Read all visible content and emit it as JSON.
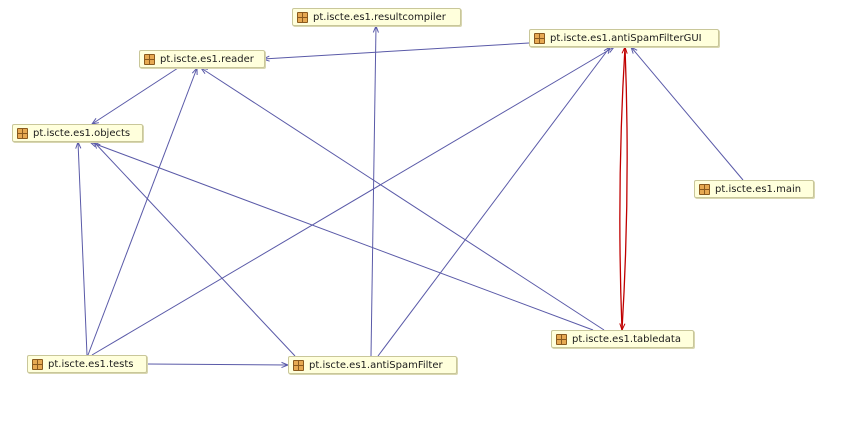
{
  "diagram": {
    "packages": [
      {
        "id": "resultcompiler",
        "label": "pt.iscte.es1.resultcompiler",
        "icon": "package-icon"
      },
      {
        "id": "antiSpamFilterGUI",
        "label": "pt.iscte.es1.antiSpamFilterGUI",
        "icon": "package-icon"
      },
      {
        "id": "reader",
        "label": "pt.iscte.es1.reader",
        "icon": "package-icon"
      },
      {
        "id": "objects",
        "label": "pt.iscte.es1.objects",
        "icon": "package-icon"
      },
      {
        "id": "main",
        "label": "pt.iscte.es1.main",
        "icon": "package-icon"
      },
      {
        "id": "tabledata",
        "label": "pt.iscte.es1.tabledata",
        "icon": "package-icon"
      },
      {
        "id": "tests",
        "label": "pt.iscte.es1.tests",
        "icon": "package-icon"
      },
      {
        "id": "antiSpamFilter",
        "label": "pt.iscte.es1.antiSpamFilter",
        "icon": "package-icon"
      }
    ],
    "dependencies": [
      {
        "from": "antiSpamFilterGUI",
        "to": "reader"
      },
      {
        "from": "reader",
        "to": "objects"
      },
      {
        "from": "main",
        "to": "antiSpamFilterGUI"
      },
      {
        "from": "antiSpamFilterGUI",
        "to": "tabledata",
        "cycle": true
      },
      {
        "from": "tabledata",
        "to": "antiSpamFilterGUI",
        "cycle": true
      },
      {
        "from": "tabledata",
        "to": "reader"
      },
      {
        "from": "tabledata",
        "to": "objects"
      },
      {
        "from": "tests",
        "to": "objects"
      },
      {
        "from": "tests",
        "to": "reader"
      },
      {
        "from": "tests",
        "to": "antiSpamFilterGUI"
      },
      {
        "from": "tests",
        "to": "antiSpamFilter"
      },
      {
        "from": "antiSpamFilter",
        "to": "objects"
      },
      {
        "from": "antiSpamFilter",
        "to": "resultcompiler"
      },
      {
        "from": "antiSpamFilter",
        "to": "antiSpamFilterGUI"
      }
    ],
    "colors": {
      "edge": "#5a5aa8",
      "cycle_edge": "#c00000",
      "node_fill": "#ffffdc",
      "node_border": "#c9c79a"
    }
  }
}
